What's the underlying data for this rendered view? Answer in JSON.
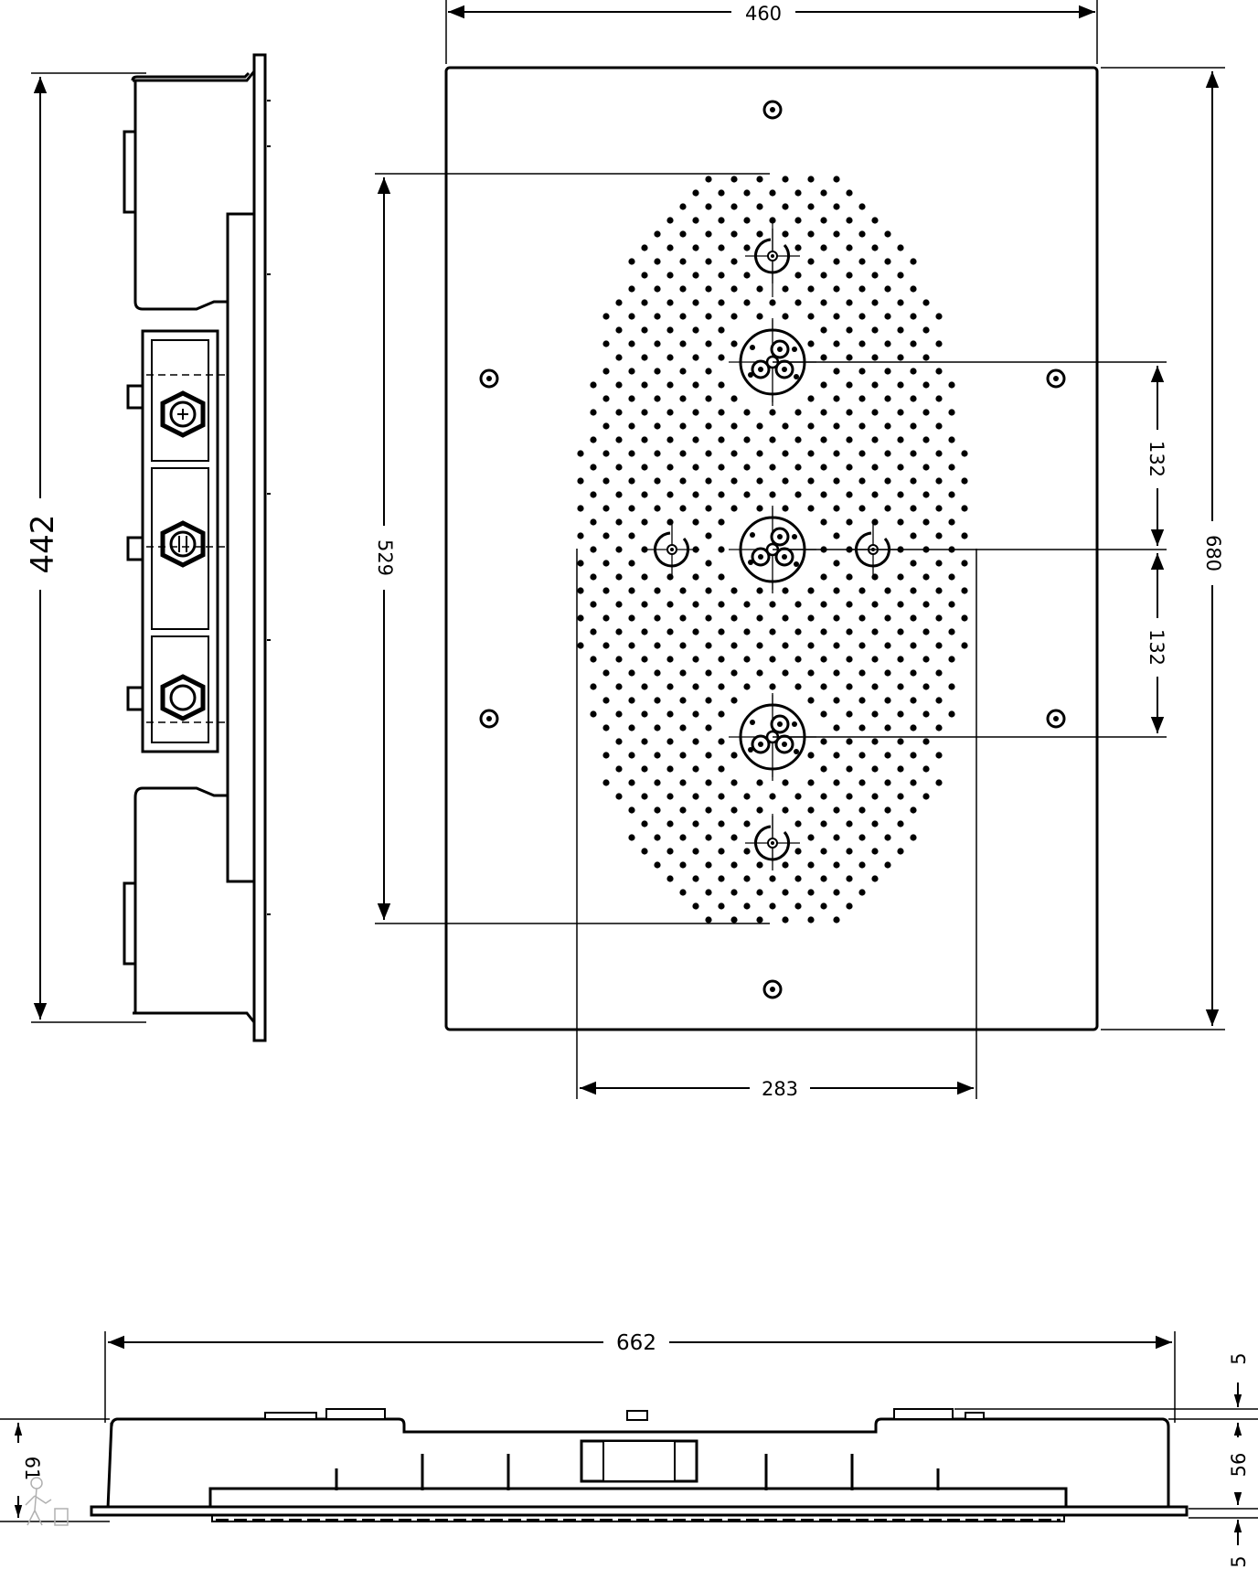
{
  "dimensions": {
    "plate_width": "460",
    "plate_height": "680",
    "overall_height_side": "442",
    "spray_height": "529",
    "nozzle_spacing_upper": "132",
    "nozzle_spacing_lower": "132",
    "spray_width": "283",
    "overall_length_bottom": "662",
    "height_left": "61",
    "top_offset": "5",
    "body_height": "56",
    "bottom_offset": "5"
  },
  "colors": {
    "line": "#000000",
    "background": "#ffffff",
    "watermark": "#b0b0b0"
  },
  "icons": {
    "watermark": "plumber-figure-icon"
  }
}
